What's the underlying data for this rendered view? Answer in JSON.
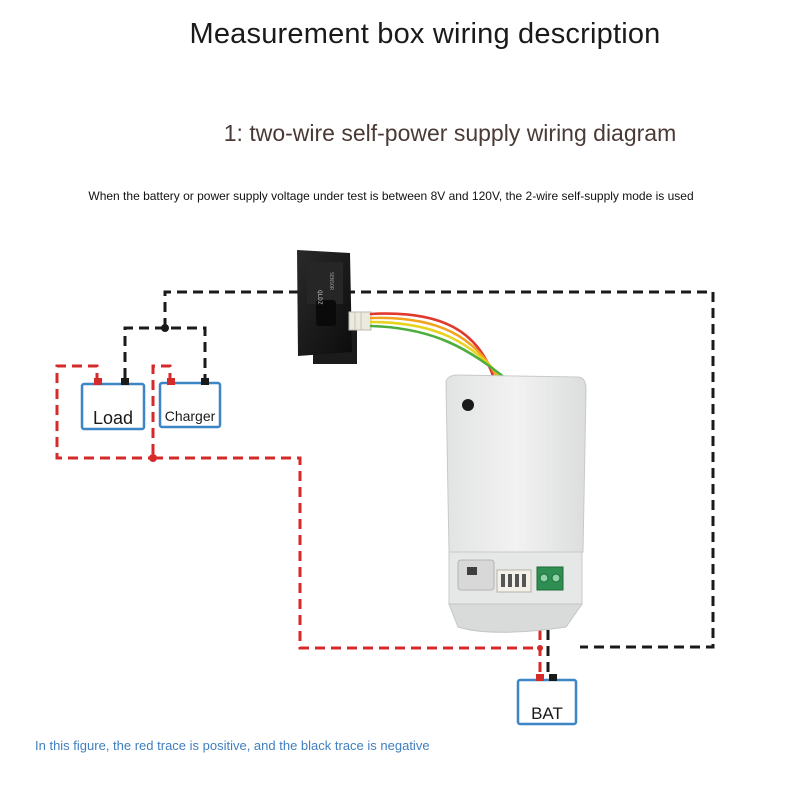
{
  "header": {
    "title": "Measurement box wiring description",
    "subtitle": "1: two-wire self-power supply wiring diagram",
    "description": "When the battery or power supply voltage under test is between 8V and 120V, the 2-wire self-supply mode is used"
  },
  "components": {
    "load_label": "Load",
    "charger_label": "Charger",
    "bat_label": "BAT"
  },
  "legend": {
    "caption": "In this figure, the red trace is positive, and the black trace is negative",
    "positive_color": "#d42a2a",
    "negative_color": "#1a1a1a",
    "terminal_box_color": "#3d86c6"
  }
}
